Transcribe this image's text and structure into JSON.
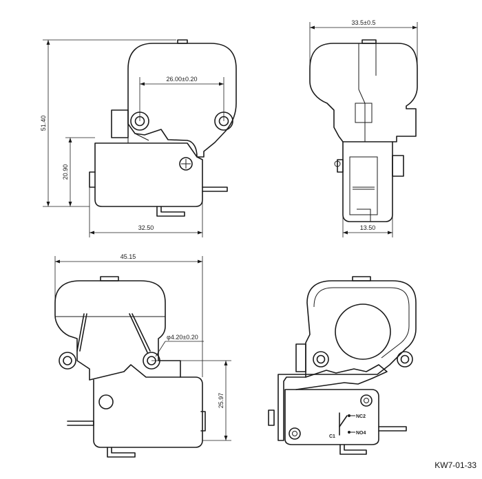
{
  "model_code": "KW7-01-33",
  "dimensions": {
    "front_pin_spacing": "26.00±0.20",
    "front_total_height": "51.40",
    "front_body_height": "20.90",
    "front_body_width": "32.50",
    "side_width": "33.5±0.5",
    "side_base_width": "13.50",
    "rear_total_width": "45.15",
    "rear_hole_diameter": "φ4.20±0.20",
    "rear_body_height": "25.97"
  },
  "terminals": {
    "nc": "NC2",
    "no": "NO4",
    "common": "C1"
  }
}
